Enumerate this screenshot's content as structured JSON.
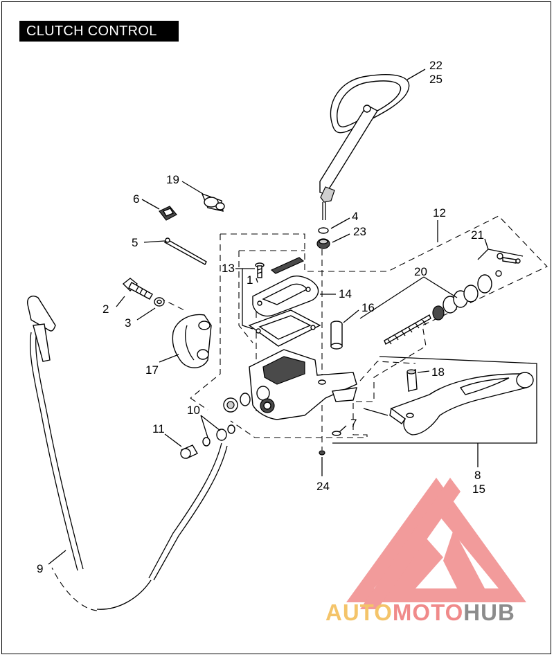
{
  "title": "CLUTCH CONTROL",
  "callouts": [
    {
      "id": "c22",
      "text": "22"
    },
    {
      "id": "c25",
      "text": "25"
    },
    {
      "id": "c19",
      "text": "19"
    },
    {
      "id": "c6",
      "text": "6"
    },
    {
      "id": "c4",
      "text": "4"
    },
    {
      "id": "c12",
      "text": "12"
    },
    {
      "id": "c23",
      "text": "23"
    },
    {
      "id": "c5",
      "text": "5"
    },
    {
      "id": "c21",
      "text": "21"
    },
    {
      "id": "c13",
      "text": "13"
    },
    {
      "id": "c1",
      "text": "1"
    },
    {
      "id": "c20",
      "text": "20"
    },
    {
      "id": "c14",
      "text": "14"
    },
    {
      "id": "c2",
      "text": "2"
    },
    {
      "id": "c16",
      "text": "16"
    },
    {
      "id": "c3",
      "text": "3"
    },
    {
      "id": "c17",
      "text": "17"
    },
    {
      "id": "c18",
      "text": "18"
    },
    {
      "id": "c10",
      "text": "10"
    },
    {
      "id": "c11",
      "text": "11"
    },
    {
      "id": "c7",
      "text": "7"
    },
    {
      "id": "c8",
      "text": "8"
    },
    {
      "id": "c15",
      "text": "15"
    },
    {
      "id": "c24",
      "text": "24"
    },
    {
      "id": "c9",
      "text": "9"
    }
  ],
  "watermark": {
    "part1": "AUTO",
    "part2": "MOTO",
    "part3": "HUB",
    "colors": {
      "auto": "#f4c46a",
      "moto": "#f08a8a",
      "hub": "#8c8c8c",
      "logo": "#f08a8a"
    }
  }
}
